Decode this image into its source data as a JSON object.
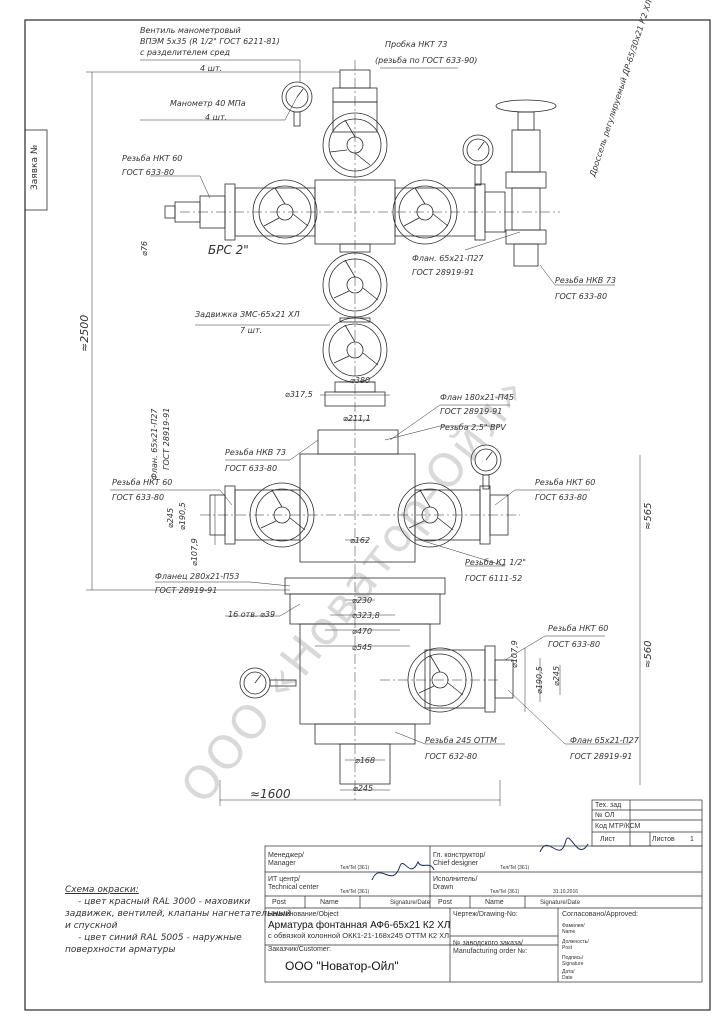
{
  "side_box": {
    "label": "Заявка №"
  },
  "callouts": {
    "valve_gauge": [
      "Вентиль манометровый",
      "ВПЭМ 5х35 (R 1/2\" ГОСТ 6211-81)",
      "с разделителем сред",
      "4 шт."
    ],
    "plug": [
      "Пробка НКТ 73",
      "(резьба по ГОСТ 633-90)"
    ],
    "manometer": [
      "Манометр 40 МПа",
      "4 шт."
    ],
    "throttle": "Дроссель регулируемый ДР-65/30х21 К2 ХЛ",
    "thread_nkt60_top": [
      "Резьба НКТ 60",
      "ГОСТ 633-80"
    ],
    "brs": "БРС 2\"",
    "flange_65": [
      "Флан. 65х21-П27",
      "ГОСТ 28919-91"
    ],
    "thread_nkv73_right": [
      "Резьба НКВ 73",
      "ГОСТ 633-80"
    ],
    "gate_valve": [
      "Задвижка ЗМС-65х21 ХЛ",
      "7 шт."
    ],
    "flange_180": [
      "Флан 180х21-П45",
      "ГОСТ 28919-91"
    ],
    "thread_25bpv": "Резьба 2,5\" BPV",
    "flange_65_vert": [
      "Флан. 65х21-П27",
      "ГОСТ 28919-91"
    ],
    "thread_nkv73_left": [
      "Резьба НКВ 73",
      "ГОСТ 633-80"
    ],
    "thread_nkt60_left": [
      "Резьба НКТ 60",
      "ГОСТ 633-80"
    ],
    "thread_nkt60_right": [
      "Резьба НКТ 60",
      "ГОСТ 633-80"
    ],
    "thread_k1": [
      "Резьба К1 1/2\"",
      "ГОСТ 6111-52"
    ],
    "flange_280": [
      "Фланец 280х21-П53",
      "ГОСТ 28919-91"
    ],
    "holes": "16 отв. ⌀39",
    "thread_nkt60_low": [
      "Резьба НКТ 60",
      "ГОСТ 633-80"
    ],
    "thread_245": [
      "Резьба 245 ОТТМ",
      "ГОСТ 632-80"
    ],
    "flange_65_low": [
      "Флан 65х21-П27",
      "ГОСТ 28919-91"
    ]
  },
  "dims": {
    "d76": "⌀76",
    "h2500": "≈2500",
    "d380": "⌀380",
    "d3175": "⌀317,5",
    "d2111": "⌀211,1",
    "d245_l": "⌀245",
    "d1905_l": "⌀190,5",
    "d1079_l": "⌀107,9",
    "d162": "⌀162",
    "d230": "⌀230",
    "d3238": "⌀323,8",
    "d470": "⌀470",
    "d545": "⌀545",
    "d168": "⌀168",
    "d245_b": "⌀245",
    "w1600": "≈1600",
    "h565": "≈565",
    "h560": "≈560",
    "d1079_r": "⌀107,9",
    "d1905_r": "⌀190,5",
    "d245_r": "⌀245"
  },
  "notes": {
    "title": "Схема окраски:",
    "lines": [
      "- цвет красный RAL 3000 - маховики",
      "задвижек, вентилей, клапаны нагнетательный",
      "и спускной",
      "- цвет синий RAL 5005 - наружные",
      "поверхности арматуры"
    ]
  },
  "title_block": {
    "small_table": [
      "Тех. зад",
      "№ ОЛ",
      "Код МТР/КСМ"
    ],
    "sheet_label": "Лист",
    "sheets_label": "Листов",
    "sheets_value": "1",
    "manager": [
      "Менеджер/",
      "Manager"
    ],
    "tech_center": [
      "ИТ центр/",
      "Technical center"
    ],
    "chief_designer": [
      "Гл. конструктор/",
      "Chief designer"
    ],
    "drawn": [
      "Исполнитель/",
      "Drawn"
    ],
    "tel1": "Тел/Tel (361)",
    "tel2": "Тел/Tel (361)",
    "tel3": "Тел/Tel (361)",
    "tel4": "Тел/Tel (361)",
    "post_l": "Post",
    "name_l": "Name",
    "sig_l": "Signature/Date",
    "post_r": "Post",
    "name_r": "Name",
    "sig_r": "Signature/Date",
    "date": "31.10.2016",
    "object_label": "Наименование/Object",
    "object_line1": "Арматура фонтанная АФ6-65х21 К2 ХЛ",
    "object_line2": "с обвязкой колонной ОКК1-21-168х245 ОТТМ К2 ХЛ",
    "customer_label": "Заказчик/Customer:",
    "customer": "ООО \"Новатор-Ойл\"",
    "drawing_no": "Чертеж/Drawing-No:",
    "order_no": [
      "№ заводского заказа/",
      "Manufacturing order №:"
    ],
    "approved": "Согласовано/Approved:",
    "approve_fields": [
      "Фамилия/",
      "Name",
      "Должность/",
      "Post",
      "Подпись/",
      "Signature",
      "Дата/",
      "Date"
    ]
  },
  "watermark": "ООО «Новатор-Ойл»",
  "colors": {
    "line": "#2a2a2a",
    "paper": "#ffffff",
    "watermark": "#9a9a9a"
  }
}
